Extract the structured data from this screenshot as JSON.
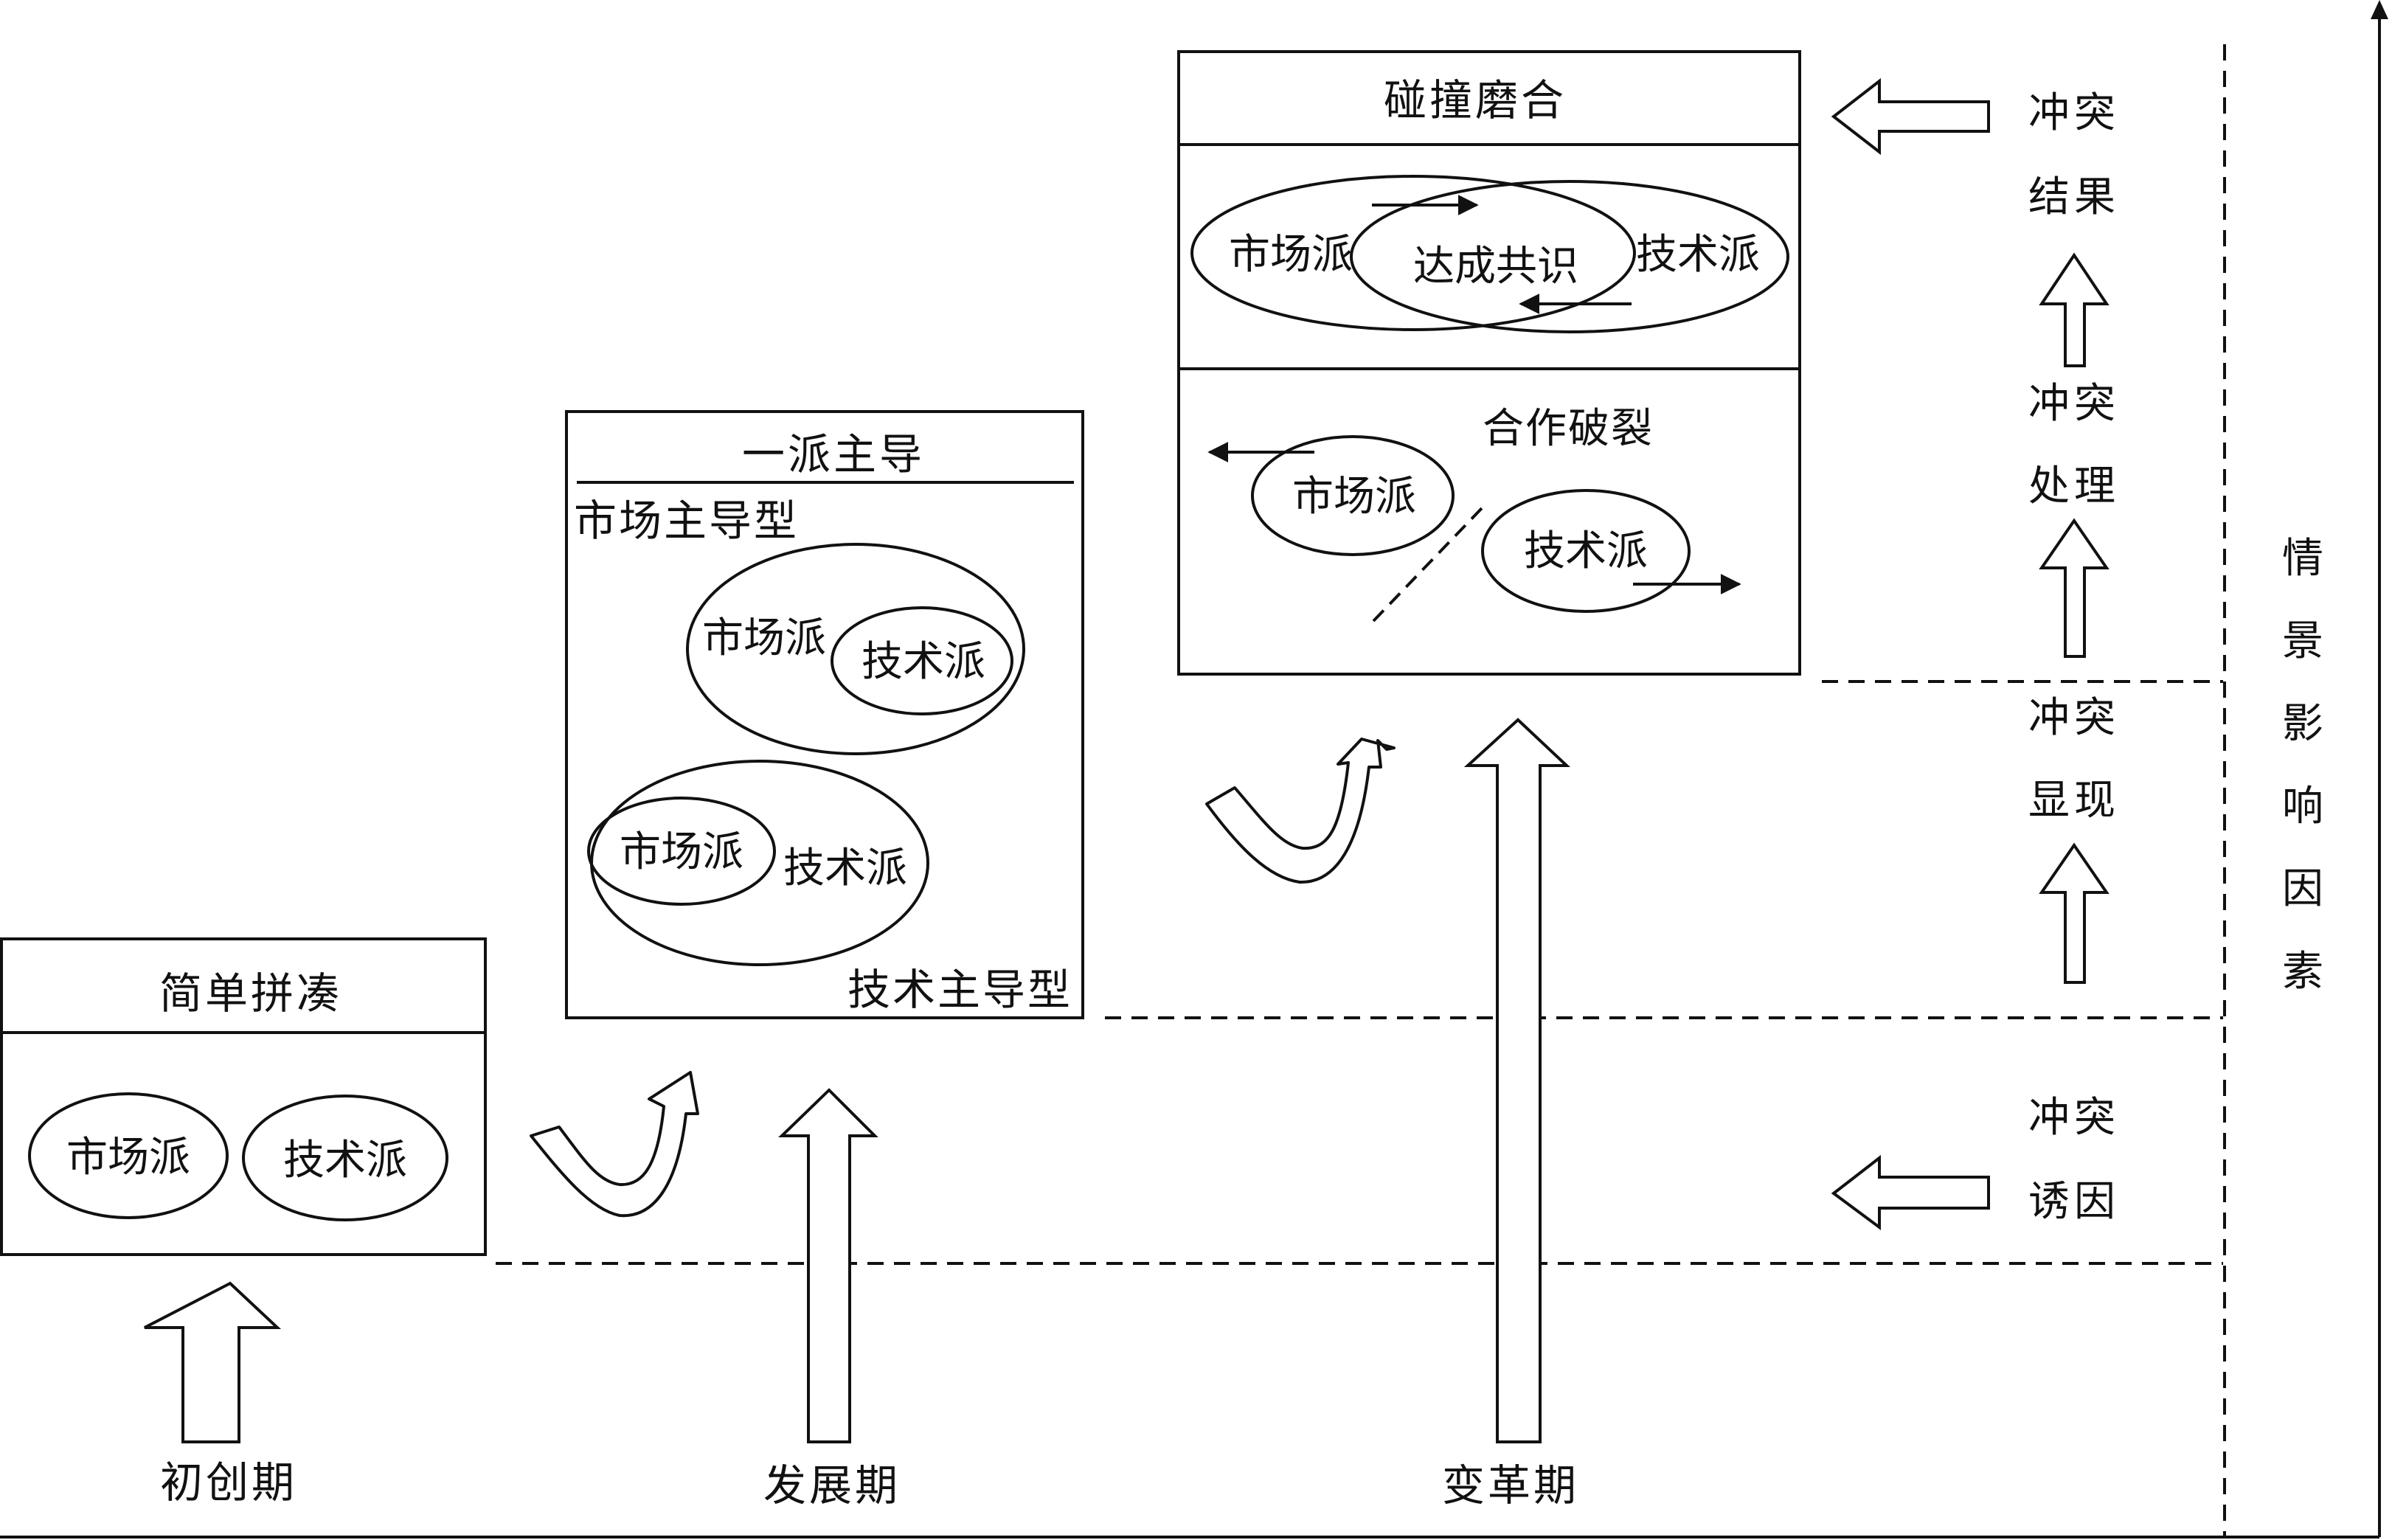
{
  "stages": [
    {
      "label": "初创期",
      "title": "简单拼凑",
      "parties": [
        "市场派",
        "技术派"
      ]
    },
    {
      "label": "发展期",
      "title": "一派主导",
      "market_type_label": "市场主导型",
      "tech_type_label": "技术主导型",
      "market_led": {
        "outer": "市场派",
        "inner": "技术派"
      },
      "tech_led": {
        "outer": "技术派",
        "inner": "市场派"
      }
    },
    {
      "label": "变革期",
      "title": "碰撞磨合",
      "consensus": {
        "left": "市场派",
        "middle": "达成共识",
        "right": "技术派"
      },
      "breakup": {
        "label": "合作破裂",
        "left": "市场派",
        "right": "技术派"
      }
    }
  ],
  "conflict_process": [
    {
      "line1": "冲突",
      "line2": "诱因"
    },
    {
      "line1": "冲突",
      "line2": "显现"
    },
    {
      "line1": "冲突",
      "line2": "处理"
    },
    {
      "line1": "冲突",
      "line2": "结果"
    }
  ],
  "context_factors": [
    "情",
    "景",
    "影",
    "响",
    "因",
    "素"
  ]
}
